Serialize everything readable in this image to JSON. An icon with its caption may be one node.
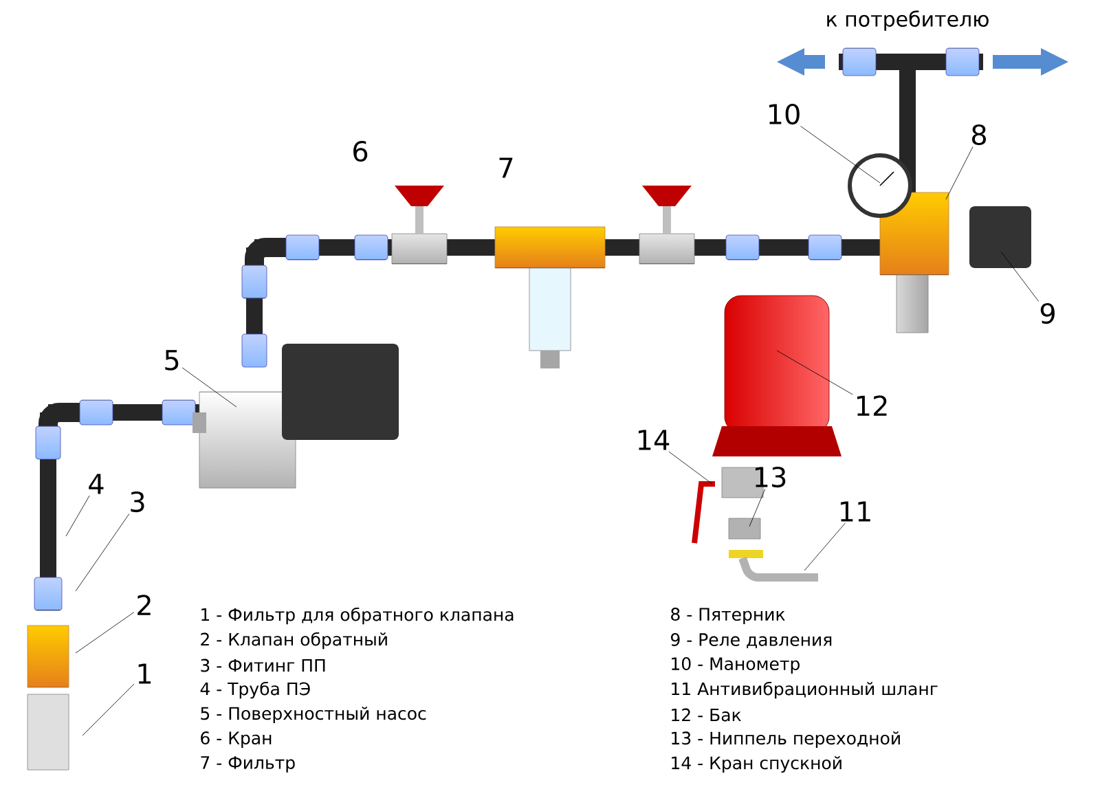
{
  "diagram": {
    "nodes": [
      {
        "text": [
          "1"
        ]
      },
      {
        "text": [
          "2"
        ]
      },
      {
        "text": [
          "3"
        ]
      },
      {
        "text": [
          "4"
        ]
      },
      {
        "text": [
          "5"
        ]
      },
      {
        "text": [
          "6"
        ]
      },
      {
        "text": [
          "7"
        ]
      },
      {
        "text": [
          "8"
        ]
      },
      {
        "text": [
          "9"
        ]
      },
      {
        "text": [
          "10"
        ]
      },
      {
        "text": [
          "11"
        ]
      },
      {
        "text": [
          "12"
        ]
      },
      {
        "text": [
          "13"
        ]
      },
      {
        "text": [
          "14"
        ]
      }
    ],
    "edges": [
      {
        "from": 0,
        "to": null,
        "arrow": "none"
      },
      {
        "from": 1,
        "to": null,
        "arrow": "none"
      },
      {
        "from": 2,
        "to": null,
        "arrow": "none"
      },
      {
        "from": 3,
        "to": null,
        "arrow": "none"
      },
      {
        "from": 4,
        "to": null,
        "arrow": "none"
      },
      {
        "from": 7,
        "to": null,
        "arrow": "none"
      },
      {
        "from": 8,
        "to": null,
        "arrow": "none"
      },
      {
        "from": 9,
        "to": null,
        "arrow": "none"
      },
      {
        "from": 10,
        "to": null,
        "arrow": "none"
      },
      {
        "from": 11,
        "to": null,
        "arrow": "none"
      },
      {
        "from": 12,
        "to": null,
        "arrow": "none"
      },
      {
        "from": 13,
        "to": null,
        "arrow": "none"
      }
    ],
    "labels": [
      "к потребителю",
      "1 - Фильтр для обратного клапана",
      "2 - Клапан  обратный",
      "3 - Фитинг ПП",
      "4 - Труба ПЭ",
      "5 - Поверхностный насос",
      "6 - Кран",
      "7 - Фильтр",
      "8 - Пятерник",
      "9 - Реле давления",
      "10 - Манометр",
      "11 Антивибрационный шланг",
      "12 - Бак",
      "13 - Ниппель переходной",
      "14 - Кран спускной"
    ]
  }
}
